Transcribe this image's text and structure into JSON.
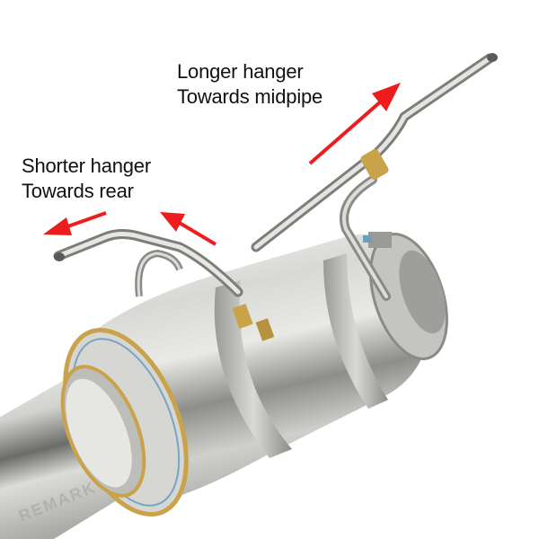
{
  "annotations": {
    "long_hanger": {
      "line1": "Longer hanger",
      "line2": "Towards midpipe"
    },
    "short_hanger": {
      "line1": "Shorter hanger",
      "line2": "Towards rear"
    }
  },
  "watermark": "REMARK",
  "colors": {
    "arrow": "#ee1c1c",
    "text": "#111111",
    "background": "#ffffff",
    "steel_light": "#e8e8e6",
    "steel_mid": "#bdbdba",
    "steel_dark": "#5a5a58",
    "weld_gold": "#c9a24a"
  },
  "subject": "Stainless steel exhaust muffler with two hanger rods and band clamps"
}
